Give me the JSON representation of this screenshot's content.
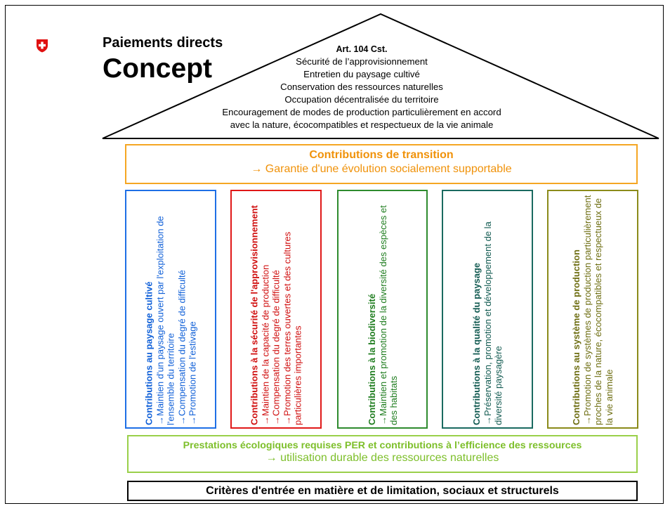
{
  "header": {
    "title_small": "Paiements directs",
    "title_large": "Concept"
  },
  "roof": {
    "article": "Art. 104 Cst.",
    "lines": [
      "Sécurité de l’approvisionnement",
      "Entretien du paysage cultivé",
      "Conservation des ressources naturelles",
      "Occupation décentralisée du territoire",
      "Encouragement de modes de production particulièrement en accord",
      "avec la nature, écocompatibles et respectueux de la vie animale"
    ]
  },
  "transition": {
    "heading": "Contributions de transition",
    "subtitle": "→ Garantie d'une évolution socialement supportable"
  },
  "pillars": [
    {
      "heading": "Contributions au paysage cultivé",
      "items": [
        "→Maintien d'un paysage ouvert par l'exploitation de l'ensemble du territoire",
        "→Compensation du degré de difficulté",
        "→Promotion de l'estivage"
      ],
      "color": "#1060d8"
    },
    {
      "heading": "Contributions à la sécurité de l'approvisionnement",
      "items": [
        "→Maintien de la capacité de production",
        "→Compensation du degré de difficulté",
        "→Promotion des terres ouvertes et des cultures particulières importantes"
      ],
      "color": "#d01010"
    },
    {
      "heading": "Contributions à la biodiversité",
      "items": [
        "→Maintien et promotion de la diversité des espèces et des habitats"
      ],
      "color": "#1f7d1f"
    },
    {
      "heading": "Contributions à la qualité du paysage",
      "items": [
        "→Préservation, promotion et développement de la diversité paysagère"
      ],
      "color": "#135b52"
    },
    {
      "heading": "Contributions au système de production",
      "items": [
        "→Promotion de systèmes de production particulièrement proches de la nature, écocompatibles et respectueux de la vie animale"
      ],
      "color": "#6e6e12"
    }
  ],
  "per": {
    "heading": "Prestations écologiques requises PER et contributions à l’efficience des ressources",
    "subtitle": "→ utilisation durable des ressources naturelles"
  },
  "criteria": {
    "heading": "Critères d'entrée en matière et de limitation, sociaux et structurels"
  }
}
